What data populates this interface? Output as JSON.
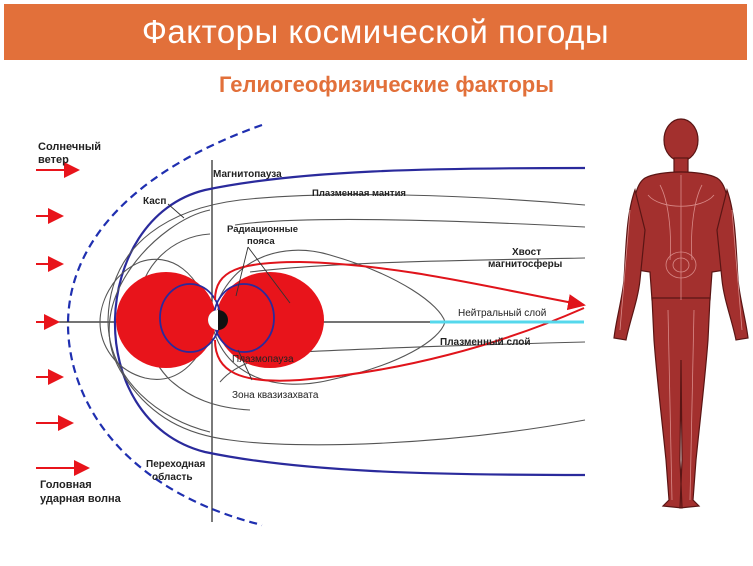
{
  "title": "Факторы космической погоды",
  "subtitle": "Гелиогеофизические  факторы",
  "labels": {
    "solar_wind_1": "Солнечный",
    "solar_wind_2": "ветер",
    "cusp": "Касп",
    "magnetopause": "Магнитопауза",
    "plasma_mantle": "Плазменная мантия",
    "radiation_belts_1": "Радиационные",
    "radiation_belts_2": "пояса",
    "magnetotail_1": "Хвост",
    "magnetotail_2": "магнитосферы",
    "neutral_layer": "Нейтральный слой",
    "plasma_layer": "Плазменный слой",
    "plasmapause": "Плазмопауза",
    "capture_zone": "Зона квазизахвата",
    "transition_1": "Переходная",
    "transition_2": "область",
    "bow_shock_1": "Головная",
    "bow_shock_2": "ударная волна"
  },
  "colors": {
    "accent": "#e2703a",
    "belt_red": "#e8141b",
    "field_line_red": "#e0141b",
    "magnetopause_blue": "#2a2a9c",
    "bow_shock_blue": "#1f2fb0",
    "neutral_layer_cyan": "#55d8ec",
    "body_fill": "#a3302e"
  },
  "icons": {
    "solar_wind_arrows": "arrow-right-icon",
    "human_figure": "human-body-icon",
    "earth": "earth-icon"
  }
}
